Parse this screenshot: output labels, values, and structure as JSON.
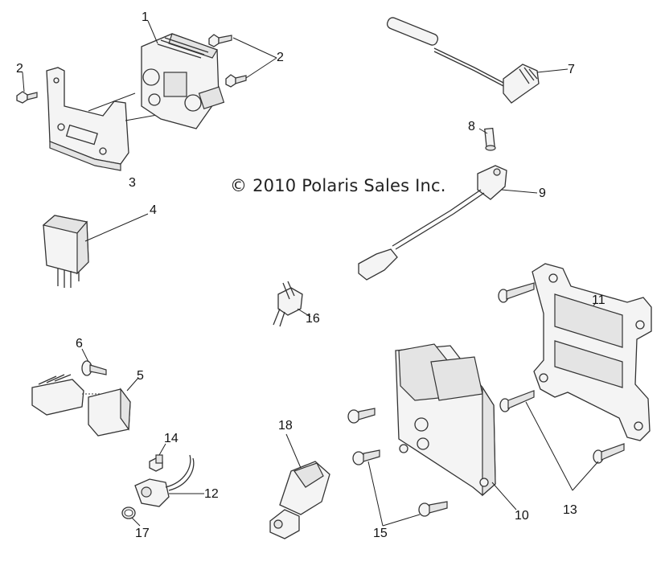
{
  "copyright": "© 2010 Polaris Sales Inc.",
  "callouts": {
    "c1": "1",
    "c2a": "2",
    "c2b": "2",
    "c3": "3",
    "c4": "4",
    "c5": "5",
    "c6": "6",
    "c7": "7",
    "c8": "8",
    "c9": "9",
    "c10": "10",
    "c11": "11",
    "c12": "12",
    "c13": "13",
    "c14": "14",
    "c15": "15",
    "c16": "16",
    "c17": "17",
    "c18": "18"
  }
}
